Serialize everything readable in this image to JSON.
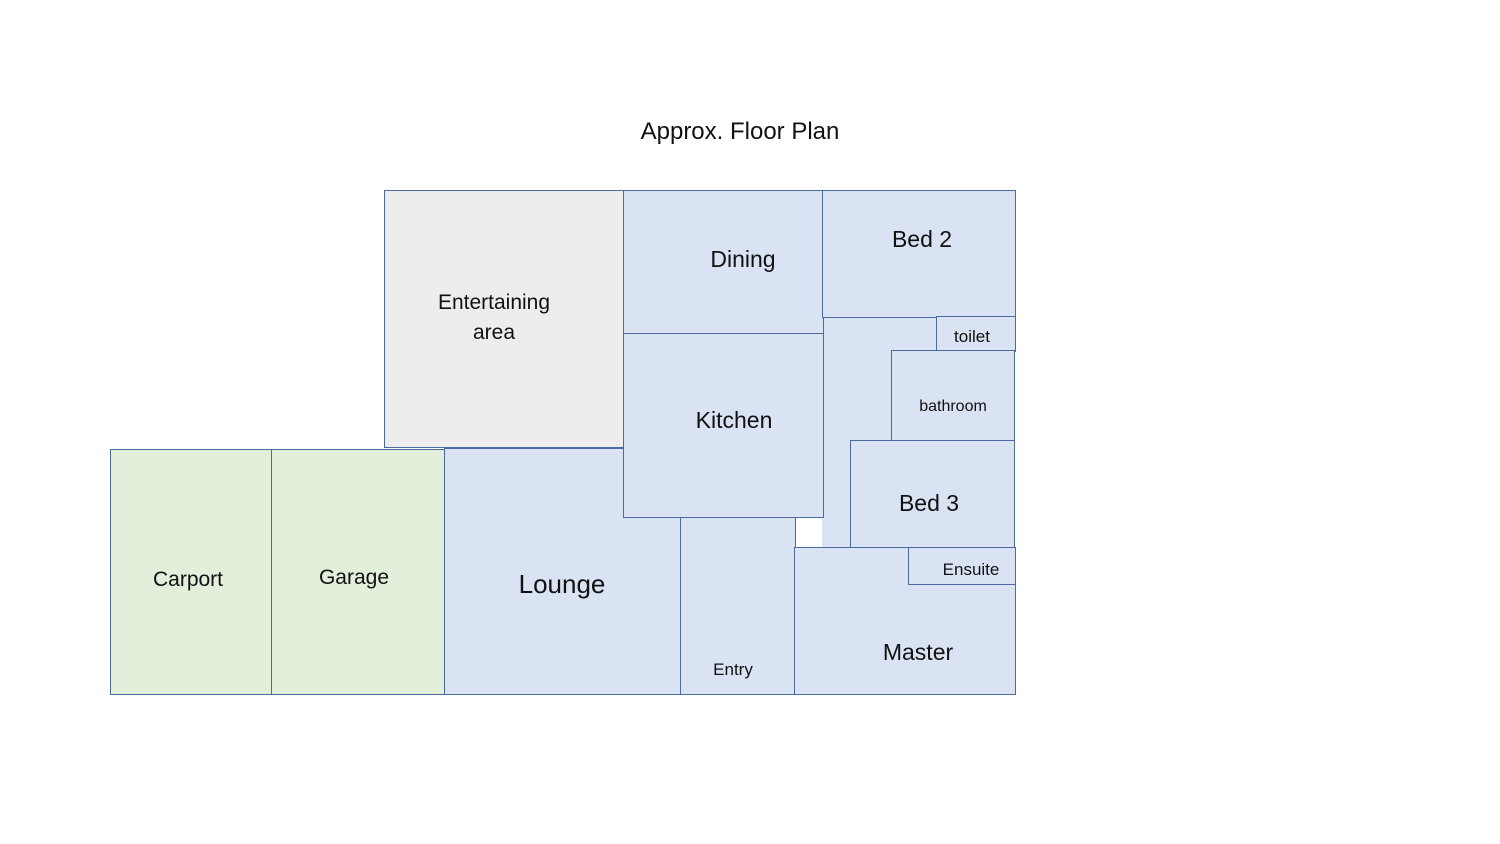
{
  "title": "Approx. Floor Plan",
  "rooms": {
    "entertaining": "Entertaining\narea",
    "dining": "Dining",
    "bed2": "Bed 2",
    "toilet": "toilet",
    "kitchen": "Kitchen",
    "bathroom": "bathroom",
    "bed3": "Bed 3",
    "ensuite": "Ensuite",
    "carport": "Carport",
    "garage": "Garage",
    "lounge": "Lounge",
    "entry": "Entry",
    "master": "Master"
  },
  "colors": {
    "living": "#dae3f3",
    "outdoor": "#ededed",
    "vehicle": "#e2efda",
    "walls": "#4a6aa0"
  }
}
